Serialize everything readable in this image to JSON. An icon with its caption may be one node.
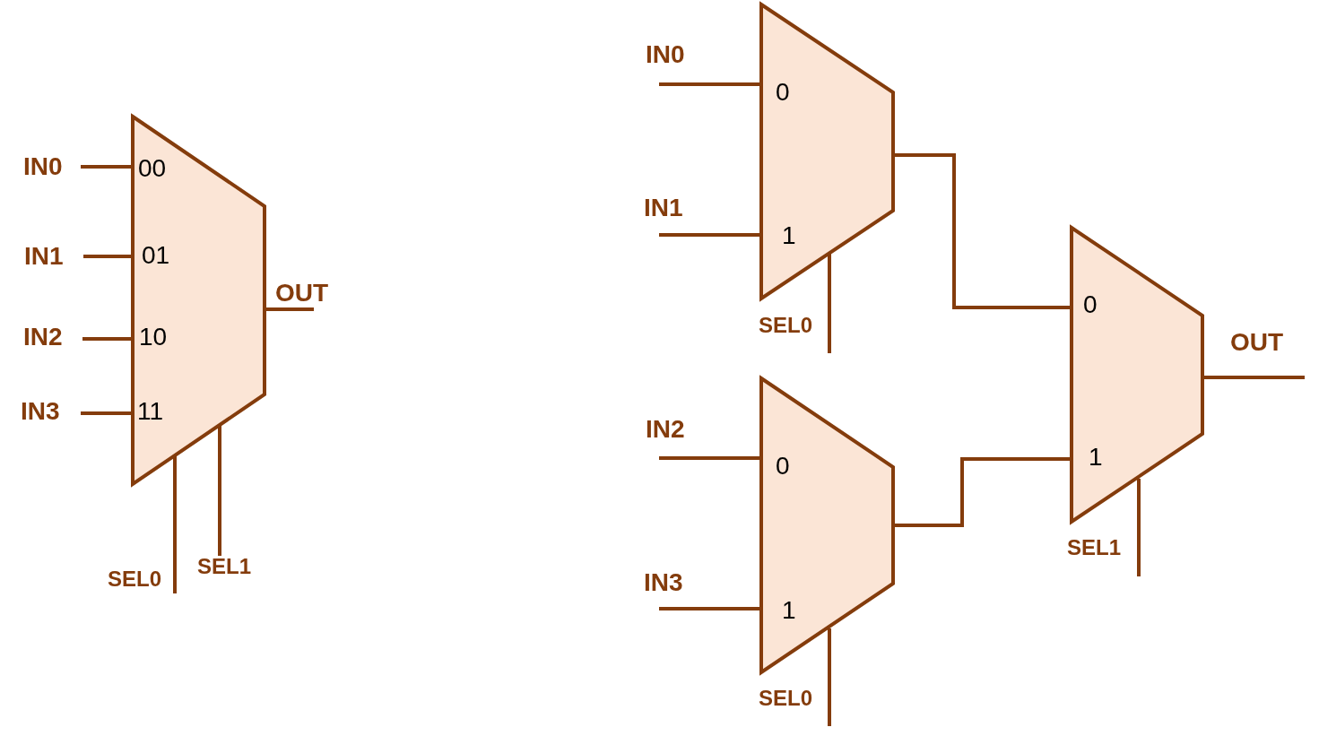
{
  "diagram": {
    "nodes": [
      {
        "text": [
          "00",
          "01",
          "10",
          "11"
        ]
      },
      {
        "text": [
          "IN0"
        ]
      },
      {
        "text": [
          "IN1"
        ]
      },
      {
        "text": [
          "IN2"
        ]
      },
      {
        "text": [
          "IN3"
        ]
      },
      {
        "text": [
          "OUT"
        ]
      },
      {
        "text": [
          "SEL0"
        ]
      },
      {
        "text": [
          "SEL1"
        ]
      },
      {
        "text": [
          "0",
          "1"
        ]
      },
      {
        "text": [
          "0",
          "1"
        ]
      },
      {
        "text": [
          "0",
          "1"
        ]
      },
      {
        "text": [
          "IN0"
        ]
      },
      {
        "text": [
          "IN1"
        ]
      },
      {
        "text": [
          "SEL0"
        ]
      },
      {
        "text": [
          "IN2"
        ]
      },
      {
        "text": [
          "IN3"
        ]
      },
      {
        "text": [
          "SEL0"
        ]
      },
      {
        "text": [
          "OUT"
        ]
      },
      {
        "text": [
          "SEL1"
        ]
      }
    ],
    "edges": [
      {
        "from": 1,
        "to": 0,
        "arrow": "none"
      },
      {
        "from": 2,
        "to": 0,
        "arrow": "none"
      },
      {
        "from": 3,
        "to": 0,
        "arrow": "none"
      },
      {
        "from": 4,
        "to": 0,
        "arrow": "none"
      },
      {
        "from": 0,
        "to": 5,
        "arrow": "none"
      },
      {
        "from": 6,
        "to": 0,
        "arrow": "none"
      },
      {
        "from": 7,
        "to": 0,
        "arrow": "none"
      },
      {
        "from": 11,
        "to": 8,
        "arrow": "none"
      },
      {
        "from": 12,
        "to": 8,
        "arrow": "none"
      },
      {
        "from": 13,
        "to": 8,
        "arrow": "none"
      },
      {
        "from": 14,
        "to": 9,
        "arrow": "none"
      },
      {
        "from": 15,
        "to": 9,
        "arrow": "none"
      },
      {
        "from": 16,
        "to": 9,
        "arrow": "none"
      },
      {
        "from": 8,
        "to": 10,
        "arrow": "none"
      },
      {
        "from": 9,
        "to": 10,
        "arrow": "none"
      },
      {
        "from": 10,
        "to": 17,
        "arrow": "none"
      },
      {
        "from": 18,
        "to": 10,
        "arrow": "none"
      }
    ]
  }
}
